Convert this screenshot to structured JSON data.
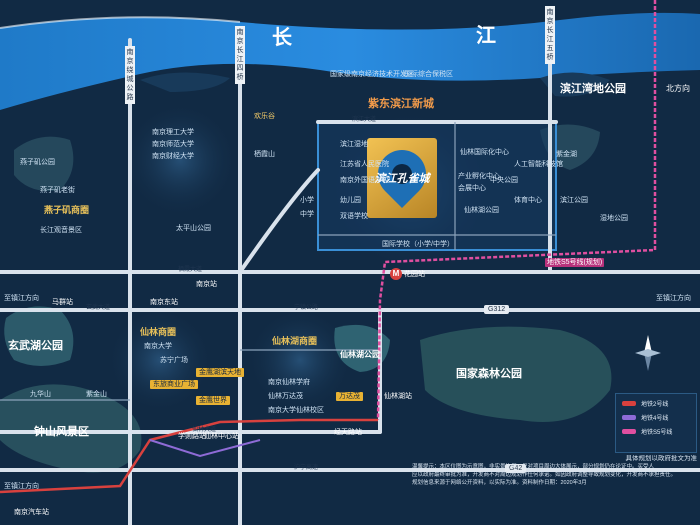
{
  "river": {
    "chars": [
      "长",
      "江"
    ]
  },
  "districts": {
    "zidong": "紫东滨江新城",
    "binjiang_bay": "滨江湾地公园",
    "yanziji": "燕子矶商圈",
    "xianlin_shangquan": "仙林商圈",
    "xianlin_lake": "仙林湖商圈",
    "xuanwu": "玄武湖公园",
    "zhongshan": "钟山风景区",
    "forest": "国家森林公园",
    "xianlin_lake_park": "仙林湖公园",
    "taishan": "太平山公园",
    "baiqiao": "栖霞山",
    "zhijin": "紫金湖",
    "xiangzhou": "燕子矶公园"
  },
  "logo": {
    "name": "滨江孔雀城"
  },
  "roads": {
    "binjiang_dadao": "滨江大道",
    "qixia_dadao": "栖霞大道",
    "xuanwu_dadao": "玄武大道",
    "ningzhen": "宁镇公路",
    "g312": "G312",
    "g42": "G42",
    "huning": "沪宁高速",
    "xianlin_dadao": "仙林大道",
    "to_shanghai_l": "至镇江方向",
    "to_shanghai_r": "至镇江方向",
    "to_nanjing": "至镇江方向",
    "v1": "南京绕城公路",
    "v2": "南京长江四桥",
    "v3": "南京长江五桥"
  },
  "stations": {
    "huayuan": "花园站",
    "xianlin_lake_st": "仙林湖站",
    "jingtian": "经天路站",
    "xianlinzhongxin": "仙林中心站",
    "nanjing_east": "南京东站",
    "maqun": "马群站",
    "nanjing_car": "南京汽车站",
    "xueze": "学则路站",
    "nanjing_st": "南京站",
    "binjiang_line": "地铁S5号线(规划)"
  },
  "pois": {
    "p1": "国家级南京经济技术开发区",
    "p2": "国际综合保税区",
    "p3": "南京理工大学",
    "p4": "南京师范大学",
    "p5": "南京财经大学",
    "p6": "南京大学",
    "p7": "仙林国际化中心",
    "p8": "人工智能科技馆",
    "p9": "产业孵化中心",
    "p10": "会展中心",
    "p11": "滨江湿地",
    "p12": "中央公园",
    "p13": "万达茂",
    "p14": "金鹰湖滨天地",
    "p15": "东旅商业广场",
    "p16": "欢乐谷",
    "p17": "江苏省人民医院",
    "p18": "南京外国语学校",
    "p19": "国际学校（小学/中学）",
    "p20": "金鹰世界",
    "p21": "苏宁广场",
    "p22": "九华山",
    "p23": "紫金山",
    "p24": "燕子矶老街",
    "p25": "长江观音景区",
    "p26": "幼儿园",
    "p27": "双语学校",
    "p28": "滨江公园",
    "p29": "体育中心",
    "p30": "湿地公园",
    "p31": "南京仙林学府",
    "p32": "仙林万达茂",
    "p33": "南京大学仙林校区",
    "p34": "仙林湖公园",
    "p35": "小学",
    "p36": "中学"
  },
  "legend": {
    "items": [
      {
        "label": "地铁2号线",
        "color": "#d8413e"
      },
      {
        "label": "地铁4号线",
        "color": "#8e6bd6"
      },
      {
        "label": "地铁S5号线",
        "color": "#e04fa0"
      }
    ]
  },
  "note": {
    "lines": [
      "具体规划以政府批文为准",
      "温馨提示：本区位图为示意图，非实景比例，仅对项目周边大体展示，部分规划仍在论证中。买受人",
      "应以政府最终审批为准，开发商不对周边规划作任何承诺。如因政府调整导致规划变化，开发商不承担责任。",
      "规划信息来源于网络公开资料，以实际为准。资料制作日期：2020年3月"
    ]
  },
  "north": "北方向",
  "colors": {
    "river": "#1b6fb8",
    "metro2": "#d8413e",
    "metro4": "#8e6bd6",
    "s5": "#e04fa0",
    "gold": "#e8c15a",
    "zone_border": "#3a8fd6"
  }
}
